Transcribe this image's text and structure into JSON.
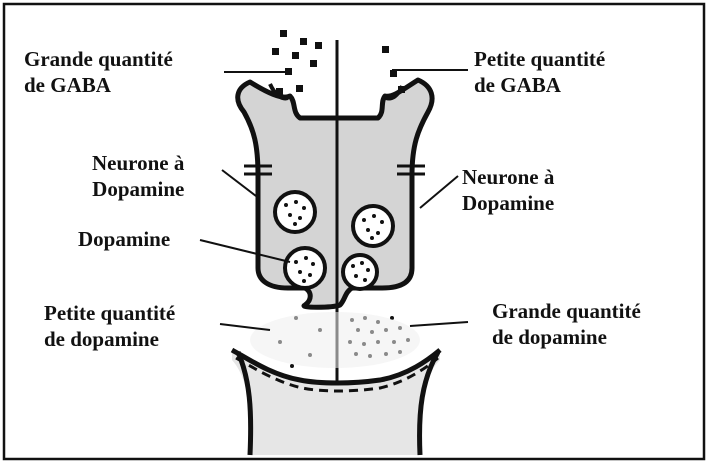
{
  "labels": {
    "gaba_large": [
      "Grande quantité",
      "de GABA"
    ],
    "gaba_small": [
      "Petite quantité",
      "de GABA"
    ],
    "neuron_left": [
      "Neurone à",
      "Dopamine"
    ],
    "neuron_right": [
      "Neurone à",
      "Dopamine"
    ],
    "dopamine": "Dopamine",
    "dopamine_small": [
      "Petite quantité",
      "de dopamine"
    ],
    "dopamine_large": [
      "Grande quantité",
      "de dopamine"
    ]
  },
  "colors": {
    "neuron_fill": "#d4d4d4",
    "outline": "#111111",
    "background": "#ffffff"
  }
}
